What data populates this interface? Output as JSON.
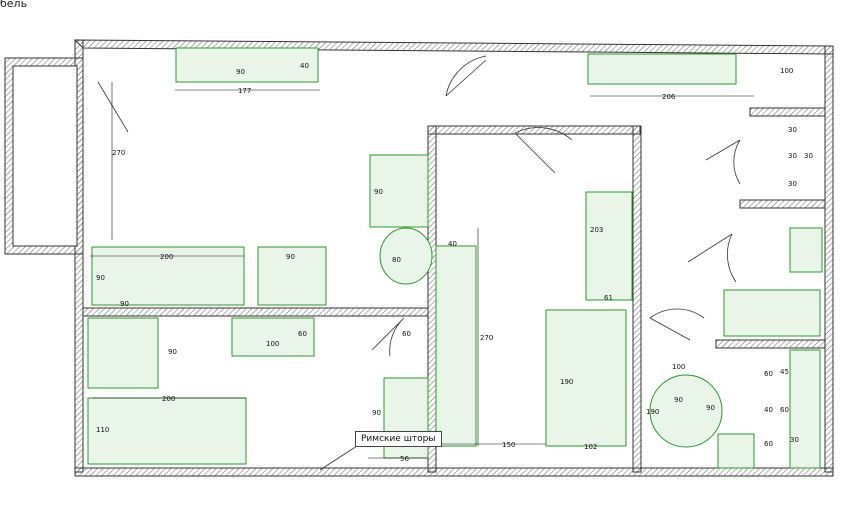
{
  "header_label": "бель",
  "callout": "Римские шторы",
  "dimensions": {
    "shelf_small": "90",
    "shelf_depth": "40",
    "shelf_length": "177",
    "window_height": "270",
    "sofa_width": "200",
    "armchair": "90",
    "sofa_depth": "90",
    "sofa_side": "90",
    "kitchen_counter": "206",
    "kitchen_sink": "100",
    "armchair_right": "90",
    "table_oval": "80",
    "desk_w": "40",
    "desk_h": "270",
    "wardrobe": "203",
    "desk_small": "61",
    "bed_single_w": "150",
    "bed_single_h": "190",
    "bed_side": "102",
    "dining_table": "100",
    "dining_depth": "60",
    "dining_chair": "60",
    "bed_double_w": "200",
    "bed_double_h": "110",
    "bed_double_side": "90",
    "cabinet": "90",
    "cabinet_bottom": "56",
    "bath_cabinet_1": "30",
    "bath_cabinet_2": "30",
    "bath_cabinet_3": "30",
    "bath_cabinet_4": "30",
    "round_table": "100",
    "round_d1": "90",
    "round_d2": "90",
    "round_side": "190",
    "kitchen_side_a": "60",
    "kitchen_side_b": "45",
    "kitchen_side_c": "40",
    "kitchen_side_d": "60",
    "kitchen_side_e": "30",
    "kitchen_side_f": "60"
  }
}
